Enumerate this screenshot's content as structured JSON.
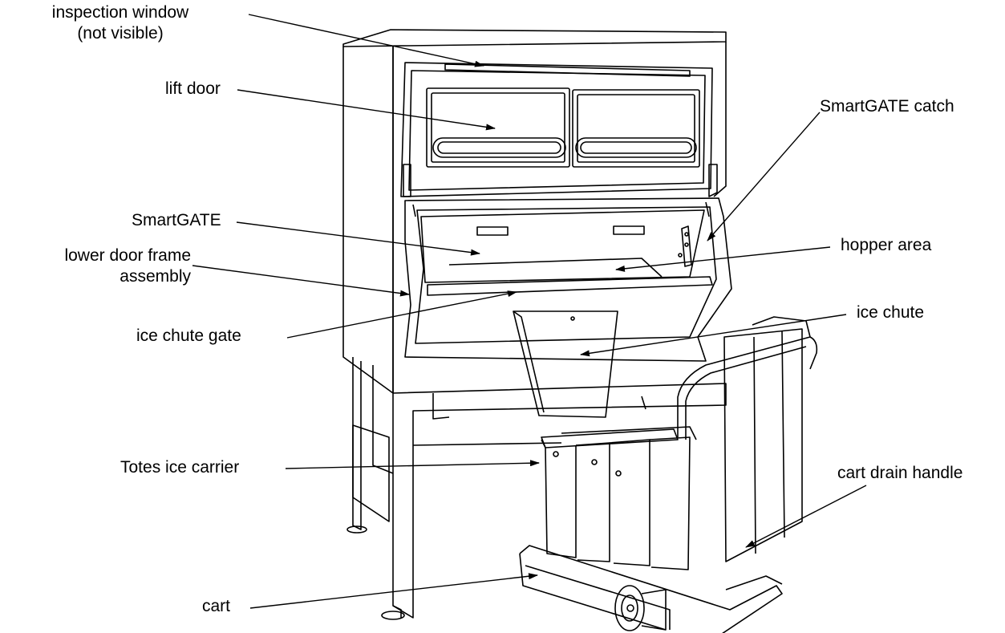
{
  "labels": {
    "inspection_window_line1": "inspection window",
    "inspection_window_line2": "(not visible)",
    "lift_door": "lift door",
    "smartgate_catch": "SmartGATE catch",
    "smartgate": "SmartGATE",
    "lower_door_frame_line1": "lower door frame",
    "lower_door_frame_line2": "assembly",
    "hopper_area": "hopper area",
    "ice_chute_gate": "ice chute gate",
    "ice_chute": "ice chute",
    "totes_ice_carrier": "Totes ice carrier",
    "cart_drain_handle": "cart drain handle",
    "cart": "cart"
  },
  "colors": {
    "line": "#000000",
    "fill": "#ffffff"
  }
}
